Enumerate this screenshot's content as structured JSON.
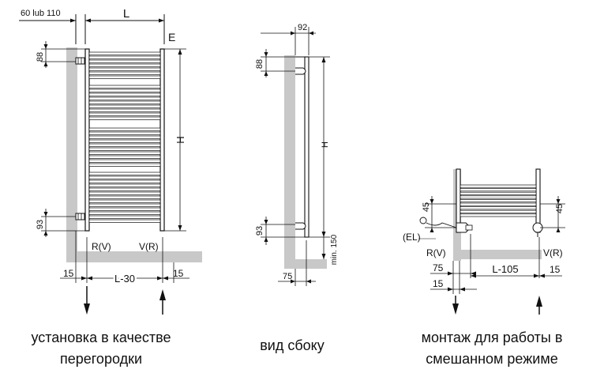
{
  "front_view": {
    "label_pipe_offset": "60 lub 110",
    "label_L": "L",
    "label_E": "E",
    "label_H": "H",
    "label_88": "88",
    "label_93": "93",
    "label_RV": "R(V)",
    "label_VR": "V(R)",
    "label_15_left": "15",
    "label_L30": "L-30",
    "label_15_right": "15",
    "caption_line1": "установка в качестве",
    "caption_line2": "перегородки"
  },
  "side_view": {
    "label_92": "92",
    "label_88": "88",
    "label_H": "H",
    "label_93": "93",
    "label_min150": "min. 150",
    "label_75": "75",
    "caption": "вид сбоку"
  },
  "mixed_view": {
    "label_45_left": "45",
    "label_45_right": "45",
    "label_EL": "(EL)",
    "label_RV": "R(V)",
    "label_VR": "V(R)",
    "label_75": "75",
    "label_15_a": "15",
    "label_L105": "L-105",
    "label_15_b": "15",
    "caption_line1": "монтаж для работы в",
    "caption_line2": "смешанном режиме"
  },
  "colors": {
    "line": "#111111",
    "wall_gray": "#c8c8c8",
    "bar_gray": "#9a9a9a"
  }
}
